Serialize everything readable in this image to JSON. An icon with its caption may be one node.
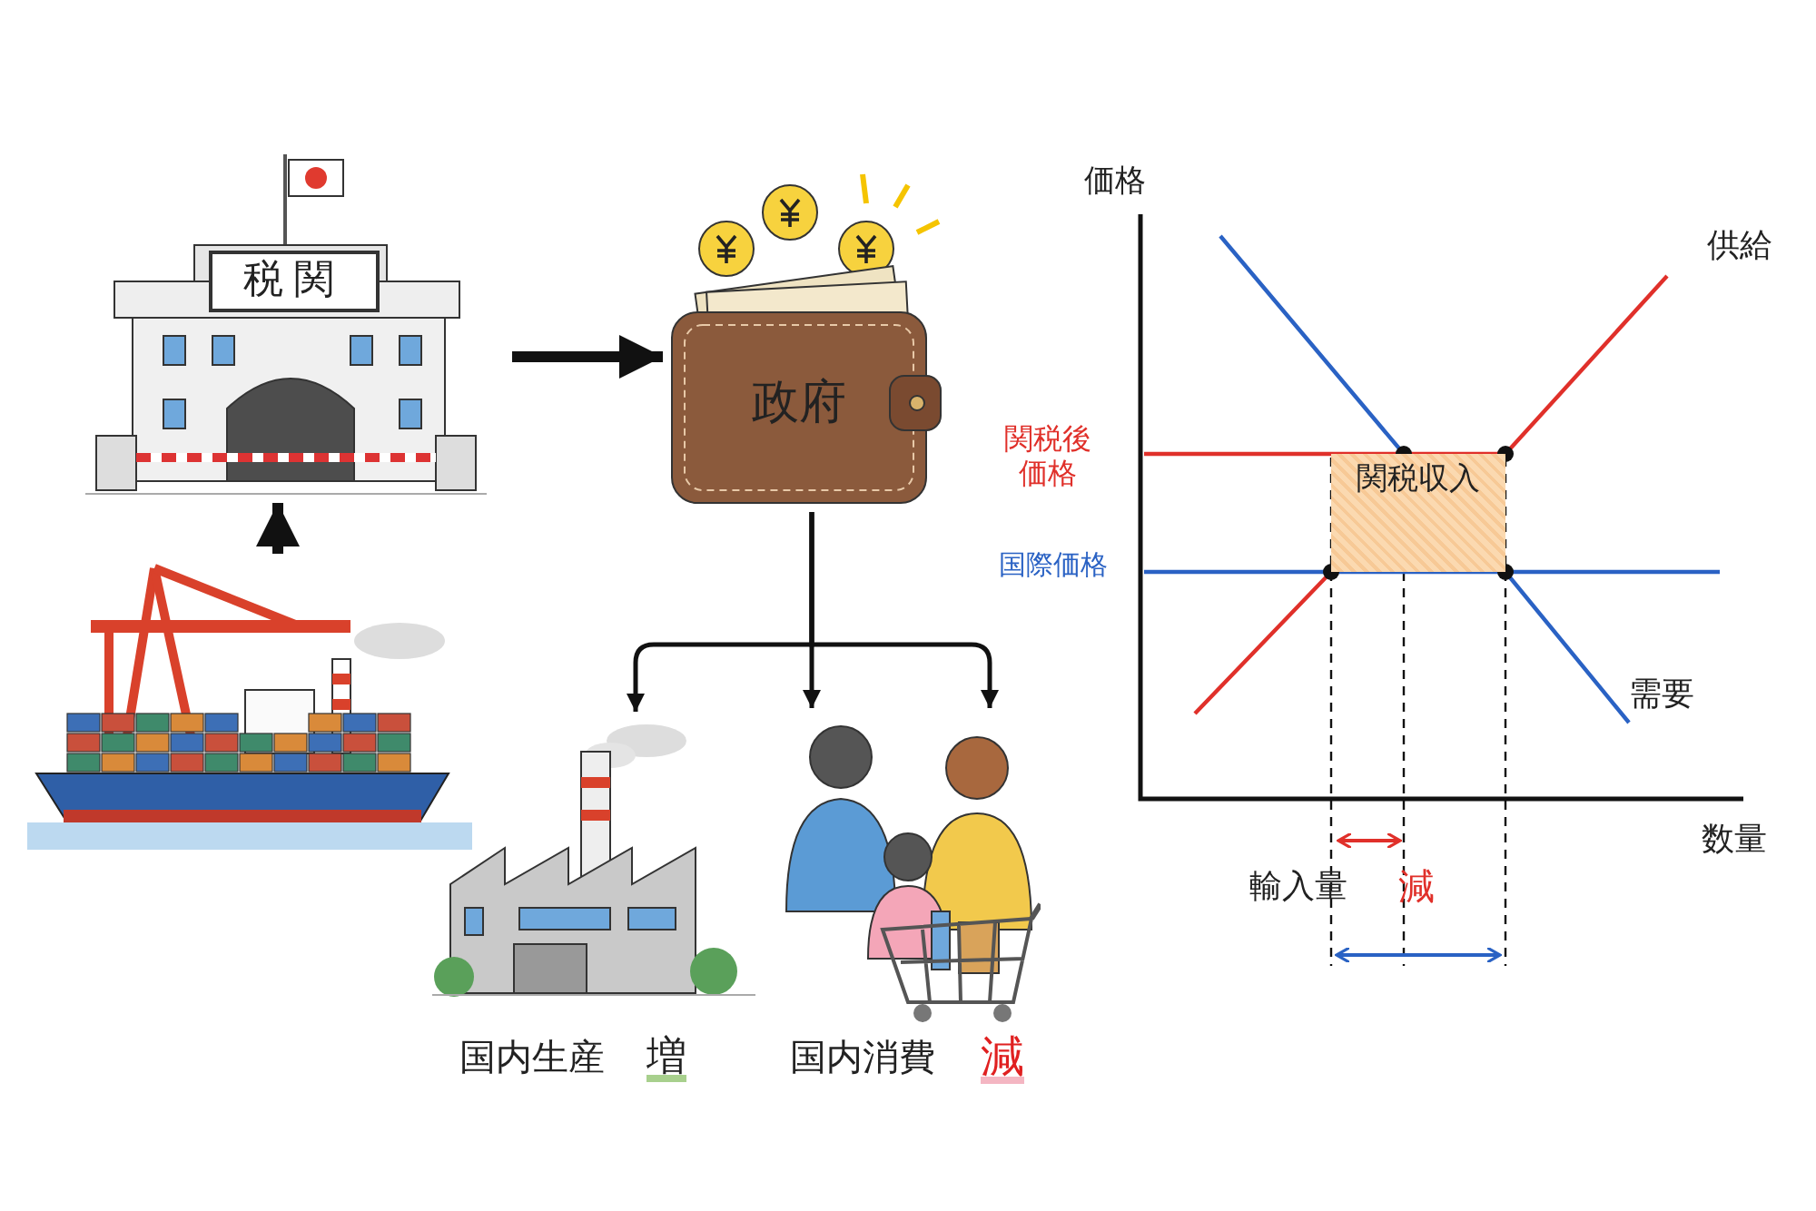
{
  "diagram": {
    "nodes": [
      {
        "text": [
          "税関"
        ]
      },
      {
        "text": [
          "政府"
        ]
      },
      {
        "text": [],
        "shape": "picture"
      },
      {
        "text": [],
        "shape": "picture",
        "beside": [
          "国内生産",
          "増"
        ]
      },
      {
        "text": [],
        "shape": "picture",
        "beside": [
          "国内消費",
          "減"
        ]
      },
      {
        "text": [
          "関税収入"
        ]
      }
    ],
    "edges": [
      {
        "from": 2,
        "to": 0,
        "arrow": "to",
        "style": "thick"
      },
      {
        "from": 0,
        "to": 1,
        "arrow": "to",
        "style": "thick"
      },
      {
        "from": 1,
        "to": 3,
        "arrow": "to"
      },
      {
        "from": 1,
        "to": 4,
        "arrow": "to"
      },
      {
        "from": 1,
        "to": 4,
        "arrow": "to"
      }
    ],
    "labels": [
      "価格",
      "供給",
      "関税後価格",
      "国際価格",
      "需要",
      "数量",
      "輸入量",
      "減"
    ]
  }
}
